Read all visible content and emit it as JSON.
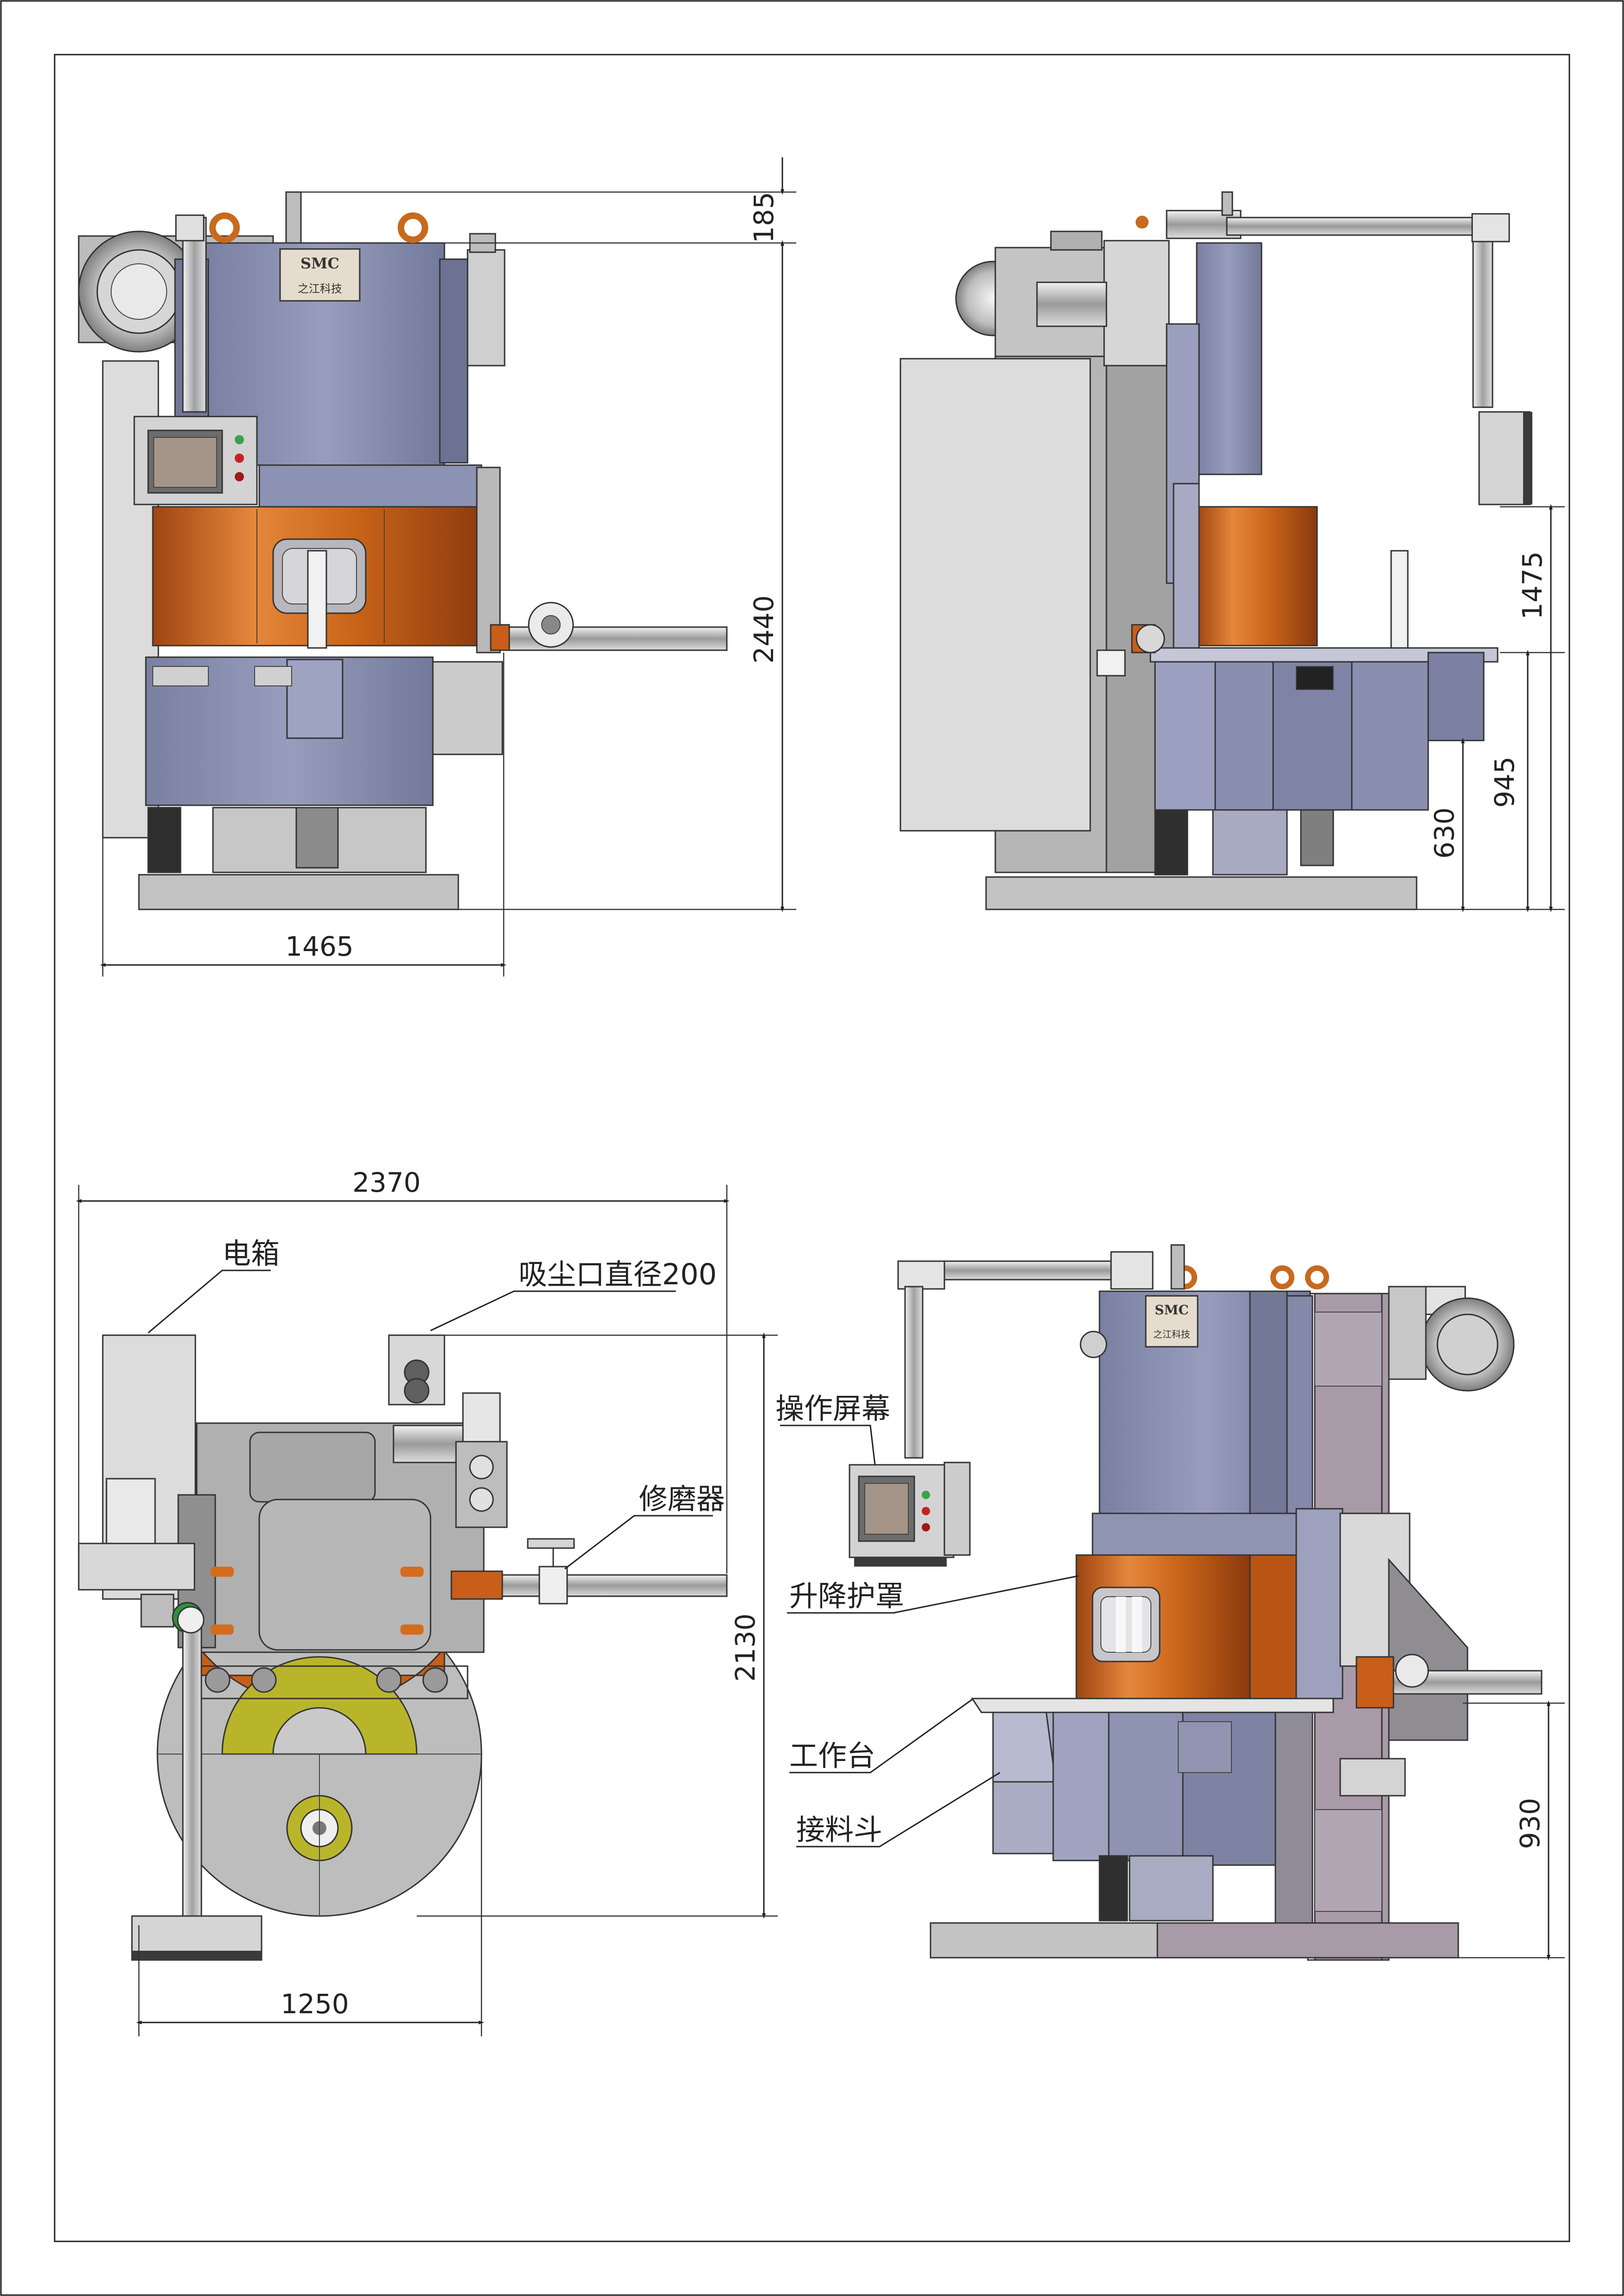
{
  "views": {
    "front": {
      "dims": {
        "top_offset": "185",
        "height": "2440",
        "width": "1465"
      },
      "plate_brand": "SMC",
      "plate_company": "之江科技"
    },
    "side": {
      "dims": {
        "upper": "1475",
        "middle": "945",
        "lower": "630"
      }
    },
    "top": {
      "dims": {
        "width": "2370",
        "depth": "2130",
        "lower_width": "1250"
      },
      "labels": {
        "electric_box": "电箱",
        "dust_port": "吸尘口直径200",
        "dresser": "修磨器"
      }
    },
    "iso": {
      "dims": {
        "table_height": "930"
      },
      "labels": {
        "screen": "操作屏幕",
        "lift_cover": "升降护罩",
        "workbench": "工作台",
        "hopper": "接料斗"
      },
      "plate_brand": "SMC",
      "plate_company": "之江科技"
    }
  },
  "colors": {
    "machine_blue": "#8e93b3",
    "machine_blue_dark": "#6f7596",
    "orange_guard": "#c8601a",
    "orange_light": "#e48a3c",
    "grey_frame": "#b3b3b3",
    "purple_grey": "#a99aa8",
    "olive_yellow": "#b9b52b"
  }
}
